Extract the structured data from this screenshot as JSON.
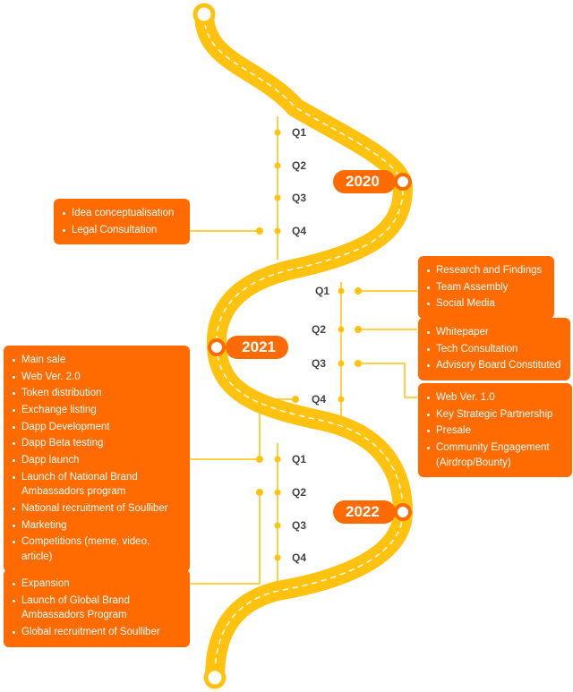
{
  "colors": {
    "road": "#ffc20e",
    "box": "#ff6b00",
    "connector": "#ffc20e",
    "quarter_text": "#444444"
  },
  "years": [
    "2020",
    "2021",
    "2022"
  ],
  "quarters": {
    "y2020": [
      "Q1",
      "Q2",
      "Q3",
      "Q4"
    ],
    "y2021": [
      "Q1",
      "Q2",
      "Q3",
      "Q4"
    ],
    "y2022": [
      "Q1",
      "Q2",
      "Q3",
      "Q4"
    ]
  },
  "milestones": {
    "q4_2020": [
      "Idea conceptualisation",
      "Legal Consultation"
    ],
    "q1_2021": [
      "Research and Findings",
      "Team Assembly",
      "Social Media"
    ],
    "q2_2021": [
      "Whitepaper",
      "Tech Consultation",
      "Advisory Board Constituted"
    ],
    "q3_2021": [
      "Web Ver. 1.0",
      "Key Strategic Partnership",
      "Presale",
      "Community Engagement (Airdrop/Bounty)"
    ],
    "q4_2021": [
      "Main sale",
      "Web Ver. 2.0",
      "Token distribution",
      "Exchange listing",
      "Dapp Development",
      "Dapp Beta testing",
      "Dapp launch",
      "Launch of National Brand Ambassadors program",
      "National  recruitment of Soulliber",
      "Marketing",
      "Competitions (meme, video, article)"
    ],
    "q2_2022": [
      "Expansion",
      "Launch of Global Brand Ambassadors Program",
      "Global recruitment of Soulliber"
    ]
  }
}
